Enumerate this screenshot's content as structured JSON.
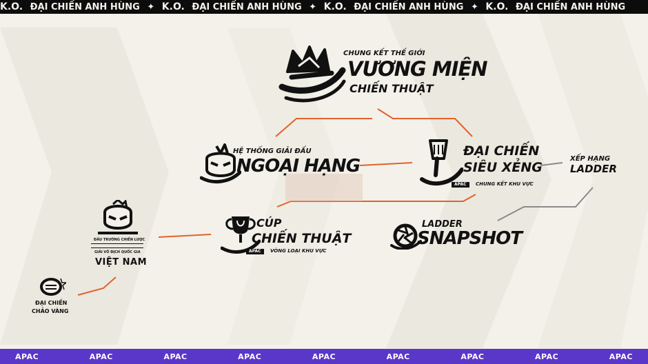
{
  "ticker": {
    "items": [
      {
        "ko": "K.O.",
        "text": "ĐẠI CHIẾN ANH HÙNG"
      },
      {
        "ko": "K.O.",
        "text": "ĐẠI CHIẾN ANH HÙNG"
      },
      {
        "ko": "K.O.",
        "text": "ĐẠI CHIẾN ANH HÙNG"
      },
      {
        "ko": "K.O.",
        "text": "ĐẠI CHIẾN ANH HÙNG"
      }
    ]
  },
  "world_championship": {
    "kicker": "CHUNG KẾT THẾ GIỚI",
    "title": "VƯƠNG MIỆN",
    "subtitle": "CHIẾN THUẬT"
  },
  "premier_league": {
    "kicker": "HỆ THỐNG GIẢI ĐẤU",
    "title": "NGOẠI HẠNG"
  },
  "super_showdown": {
    "line1": "ĐẠI CHIẾN",
    "line2": "SIÊU XẺNG",
    "tag": "APAC",
    "caption": "CHUNG KẾT KHU VỰC"
  },
  "ladder_rank": {
    "line1": "XẾP HẠNG",
    "line2": "LADDER"
  },
  "tactics_cup": {
    "line1": "CÚP",
    "line2": "CHIẾN THUẬT",
    "tag": "APAC",
    "caption": "VÒNG LOẠI KHU VỰC"
  },
  "ladder_snapshot": {
    "line1": "LADDER",
    "line2": "SNAPSHOT"
  },
  "vietnam_arena": {
    "small1": "ĐẤU TRƯỜNG CHIẾN LƯỢC",
    "small2": "GIẢI VÔ ĐỊCH QUỐC GIA",
    "title": "VIỆT NAM"
  },
  "golden_battle": {
    "line1": "ĐẠI CHIẾN",
    "line2": "CHẢO VÀNG"
  },
  "bottom_bar": {
    "items": [
      "APAC",
      "APAC",
      "APAC",
      "APAC",
      "APAC",
      "APAC",
      "APAC",
      "APAC",
      "APAC"
    ]
  },
  "colors": {
    "background": "#f3f1ea",
    "ink": "#111111",
    "connector_orange": "#e0622b",
    "connector_gray": "#8a8a8a",
    "bottom_bar": "#5a37c9",
    "ticker": "#0c0c0c"
  }
}
